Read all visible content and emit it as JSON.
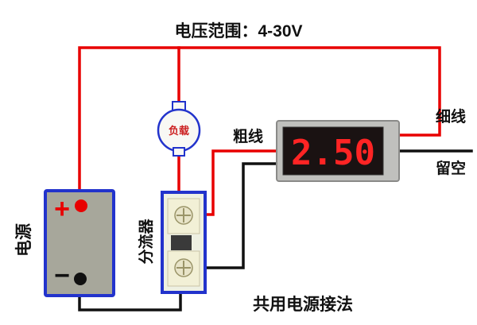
{
  "title": {
    "voltage_range": "电压范围：4-30V"
  },
  "battery": {
    "label": "电源",
    "plus": "+",
    "minus": "−"
  },
  "load": {
    "label": "负载"
  },
  "shunt": {
    "label": "分流器"
  },
  "meter": {
    "value": "2.50"
  },
  "wires": {
    "thick": "粗线",
    "thin": "细线",
    "blank": "留空"
  },
  "note": "共用电源接法",
  "colors": {
    "wire_red": "#e80000",
    "wire_black": "#111111",
    "component_blue": "#2233cc",
    "battery_body": "#a7a79b",
    "meter_bezel": "#c0c0bd",
    "meter_screen": "#1a1212",
    "digit_red": "#ff2424"
  }
}
